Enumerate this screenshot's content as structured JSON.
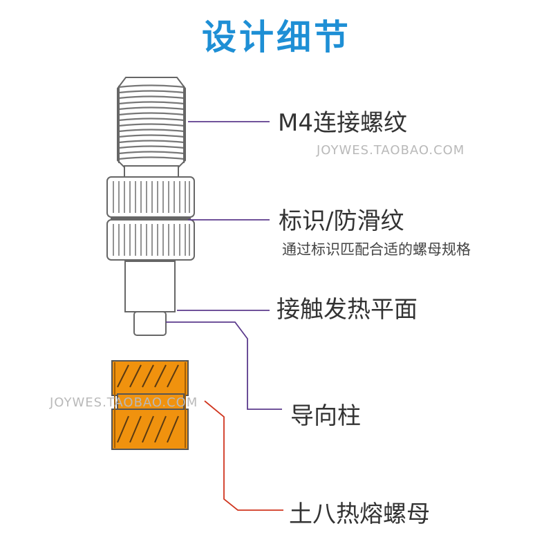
{
  "title": "设计细节",
  "labels": {
    "thread": "M4连接螺纹",
    "knurl": "标识/防滑纹",
    "knurl_sub": "通过标识匹配合适的螺母规格",
    "flat": "接触发热平面",
    "guide": "导向柱",
    "nut": "土八热熔螺母"
  },
  "watermarks": {
    "right": "JOYWES.TAOBAO.COM",
    "left": "JOYWES.TAOBAO.COM"
  },
  "colors": {
    "title": "#1e8fd5",
    "leader_purple": "#5b3a8c",
    "leader_red": "#d0351e",
    "brass": "#f0920e",
    "outline": "#666666"
  }
}
